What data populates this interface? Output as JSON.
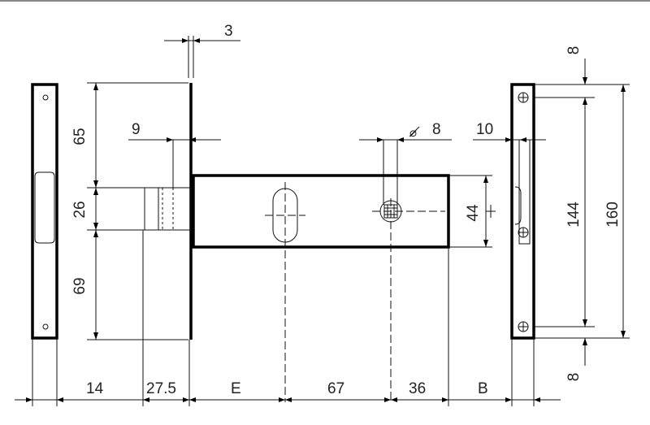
{
  "diagram": {
    "labels": {
      "top_width": "3",
      "upper_height": "65",
      "cylinder_height": "26",
      "lower_height": "69",
      "face_offset": "9",
      "hole_diameter": "8",
      "hole_diameter_symbol": "⌀",
      "strike_offset": "10",
      "case_height": "44",
      "strike_top_margin": "8",
      "strike_bottom_margin": "8",
      "strike_hole_spacing": "144",
      "strike_height": "160",
      "bottom_14": "14",
      "bottom_27_5": "27.5",
      "bottom_e": "E",
      "bottom_67": "67",
      "bottom_36": "36",
      "bottom_b": "B"
    }
  }
}
